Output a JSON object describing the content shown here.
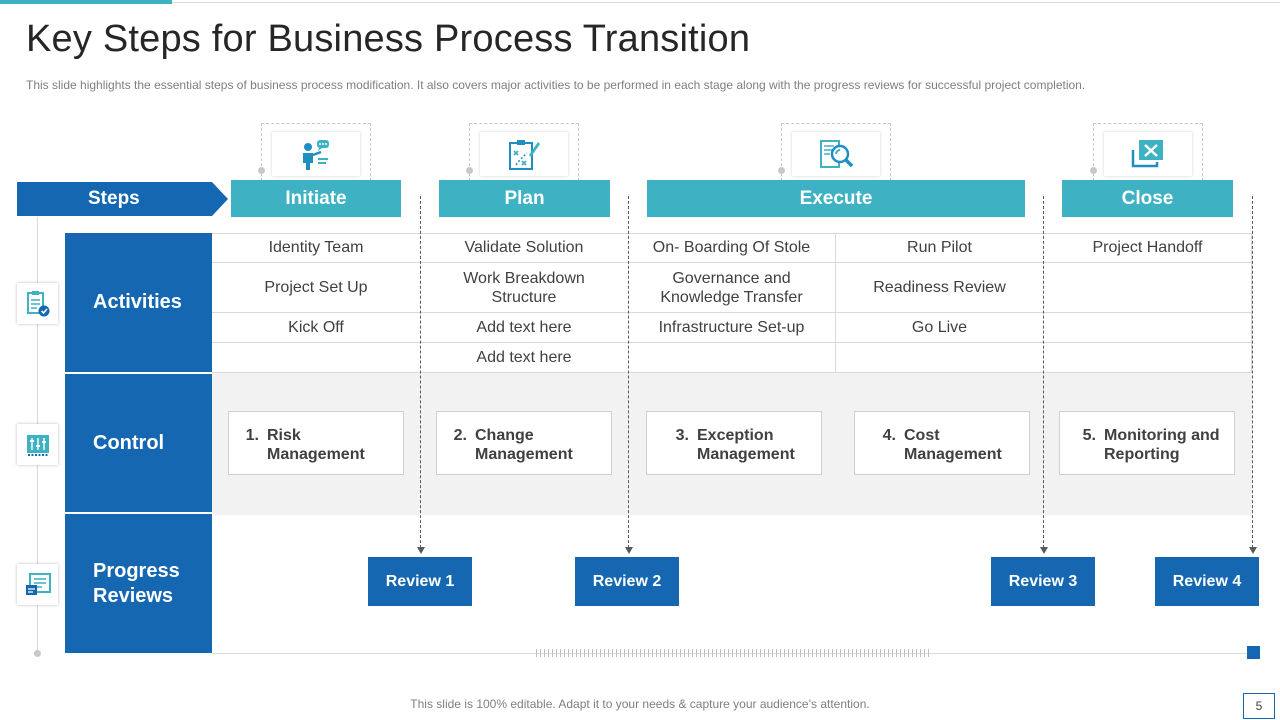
{
  "header": {
    "title": "Key Steps for Business Process Transition",
    "subtitle": "This slide highlights the essential steps of business process  modification. It also covers  major activities to be performed  in each stage along with the progress reviews  for successful project completion."
  },
  "steps_label": "Steps",
  "stages": [
    "Initiate",
    "Plan",
    "Execute",
    "Close"
  ],
  "stage_icons": [
    "presenter-icon",
    "strategy-board-icon",
    "search-analysis-icon",
    "close-window-icon"
  ],
  "rows": {
    "activities": "Activities",
    "control": "Control",
    "progress_reviews": "Progress Reviews"
  },
  "row_icons": [
    "checklist-icon",
    "control-panel-icon",
    "review-document-icon"
  ],
  "activities": {
    "initiate": [
      "Identity  Team",
      "Project Set Up",
      "Kick Off",
      ""
    ],
    "plan": [
      "Validate Solution",
      "Work Breakdown Structure",
      "Add text here",
      "Add text here"
    ],
    "execute_a": [
      "On- Boarding Of Stole",
      "Governance  and Knowledge Transfer",
      "Infrastructure  Set-up",
      ""
    ],
    "execute_b": [
      "Run Pilot",
      "Readiness Review",
      "Go Live",
      ""
    ],
    "close": [
      "Project Handoff",
      "",
      "",
      ""
    ]
  },
  "controls": [
    {
      "num": "1.",
      "label": "Risk Management"
    },
    {
      "num": "2.",
      "label": "Change Management"
    },
    {
      "num": "3.",
      "label": "Exception Management"
    },
    {
      "num": "4.",
      "label": "Cost Management"
    },
    {
      "num": "5.",
      "label": "Monitoring and Reporting"
    }
  ],
  "reviews": [
    "Review 1",
    "Review 2",
    "Review 3",
    "Review 4"
  ],
  "footer": "This slide is 100% editable. Adapt it to your needs & capture your audience’s attention.",
  "page_number": "5",
  "colors": {
    "dark_blue": "#1467b0",
    "teal": "#3eb1c3",
    "grid": "#d9d9d9",
    "control_bg": "#f2f2f2"
  }
}
